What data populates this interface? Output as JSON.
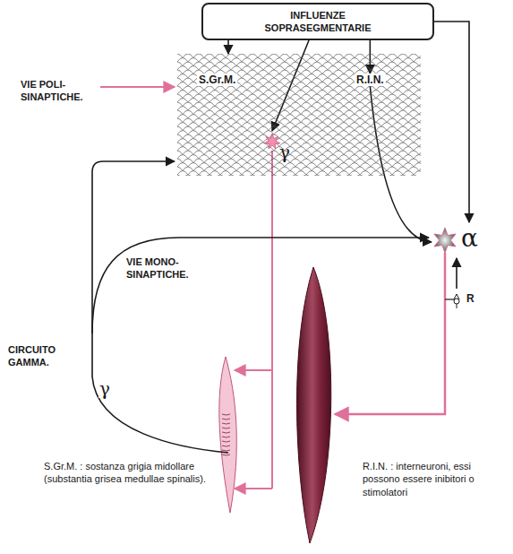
{
  "diagram": {
    "nodes": [
      {
        "text": [
          "INFLUENZE SOPRASEGMENTARIE"
        ]
      },
      {
        "text": [
          "S.Gr.M."
        ]
      },
      {
        "text": [
          "R.I.N."
        ],
        "in": 1
      },
      {
        "text": [
          "γ"
        ],
        "in": 1
      },
      {
        "text": [
          "α"
        ]
      },
      {
        "text": [
          "R"
        ]
      }
    ],
    "edges": [
      {
        "from": 0,
        "to": 1,
        "arrow": "to"
      },
      {
        "from": 0,
        "to": 3,
        "arrow": "to"
      },
      {
        "from": 0,
        "to": 2,
        "arrow": "to"
      },
      {
        "from": 0,
        "to": 4,
        "arrow": "to"
      },
      {
        "from": 2,
        "to": 4,
        "arrow": "to"
      },
      {
        "from": 5,
        "to": 4,
        "arrow": "to"
      }
    ],
    "labels": [
      "VIE POLI- SINAPTICHE.",
      "VIE MONO- SINAPTICHE.",
      "CIRCUITO GAMMA.",
      "γ",
      "S.Gr.M. : sostanza grigia midollare (substantia grisea medullae spinalis).",
      "R.I.N. : interneuroni, essi possono essere inibitori o stimolatori"
    ]
  }
}
